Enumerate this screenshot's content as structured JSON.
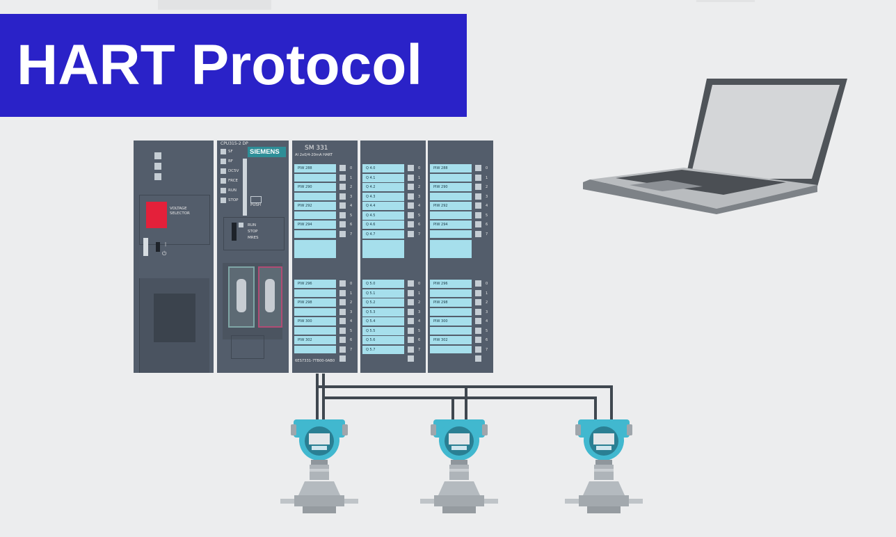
{
  "title": "HART Protocol",
  "psu": {
    "voltage_label": "VOLTAGE\nSELECTOR"
  },
  "cpu": {
    "model": "CPU315-2 DP",
    "brand": "SIEMENS",
    "leds": [
      "SF",
      "BF",
      "DC5V",
      "FRCE",
      "RUN",
      "STOP"
    ],
    "push_label": "PUSH",
    "switch_labels": [
      "RUN",
      "STOP",
      "MRES"
    ]
  },
  "sm331": {
    "model": "SM 331",
    "subtitle": "AI 2x0/4-20mA HART",
    "order_no": "6ES7331-7TB00-0AB0",
    "rows_top": [
      "PIW 288",
      "PIW 290",
      "PIW 292",
      "PIW 294"
    ],
    "rows_bottom": [
      "PIW 296",
      "PIW 298",
      "PIW 300",
      "PIW 302"
    ]
  },
  "dq_module": {
    "rows_top": [
      "Q 4.0",
      "Q 4.1",
      "Q 4.2",
      "Q 4.3",
      "Q 4.4",
      "Q 4.5",
      "Q 4.6",
      "Q 4.7"
    ],
    "rows_bottom": [
      "Q 5.0",
      "Q 5.1",
      "Q 5.2",
      "Q 5.3",
      "Q 5.4",
      "Q 5.5",
      "Q 5.6",
      "Q 5.7"
    ]
  },
  "ai_module_2": {
    "rows_top": [
      "PIW 288",
      "PIW 290",
      "PIW 292",
      "PIW 294"
    ],
    "rows_bottom": [
      "PIW 296",
      "PIW 298",
      "PIW 300",
      "PIW 302"
    ]
  },
  "channel_numbers": [
    "0",
    "1",
    "2",
    "3",
    "4",
    "5",
    "6",
    "7"
  ],
  "transmitter_count": 3,
  "colors": {
    "banner": "#2a22c8",
    "module": "#535d6b",
    "label_strip": "#a6dfec",
    "transmitter_head": "#41b8cf",
    "wire": "#3f474f"
  }
}
